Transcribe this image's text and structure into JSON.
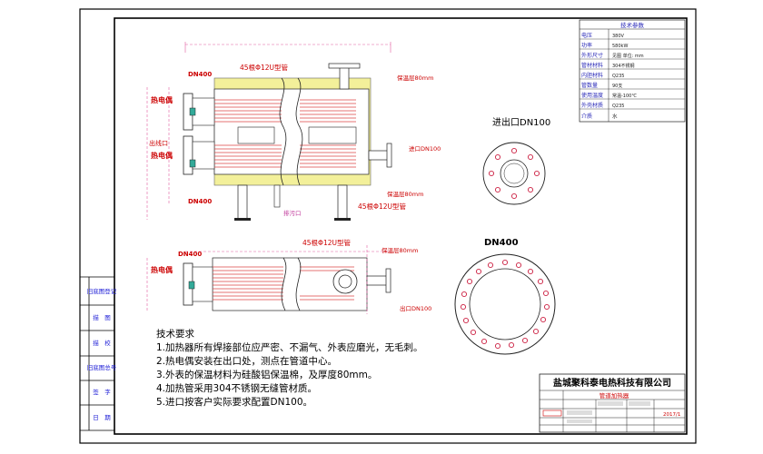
{
  "colors": {
    "frame": "#000000",
    "sheet_border": "#1b1bd6",
    "insulation": "#f3f09a",
    "dim_pink": "#e05aa0",
    "red_label": "#cc0000",
    "magenta": "#c0399b",
    "tube_red": "#d44",
    "table_blue": "#2a2ab8",
    "flange": "#cc2244"
  },
  "left_strip": {
    "items": [
      "旧底图登记",
      "描　图",
      "描　校",
      "旧底图总号",
      "签　字",
      "日　期"
    ]
  },
  "tech_params": {
    "title": "技术参数",
    "rows": [
      {
        "k": "电压",
        "v": "380V"
      },
      {
        "k": "功率",
        "v": "580kW"
      },
      {
        "k": "外形尺寸",
        "v": "见图 单位: mm"
      },
      {
        "k": "管材材料",
        "v": "304不锈钢"
      },
      {
        "k": "内胆材料",
        "v": "Q235"
      },
      {
        "k": "管数量",
        "v": "90支"
      },
      {
        "k": "使用温度",
        "v": "常温-100℃"
      },
      {
        "k": "外壳材质",
        "v": "Q235"
      },
      {
        "k": "介质",
        "v": "水"
      }
    ]
  },
  "labels": {
    "dn400_top": "DN400",
    "tube_spec_top": "45根Φ12U型管",
    "insulation_80_top": "保温层80mm",
    "thermocouple_1": "热电偶",
    "outlet": "出线口",
    "thermocouple_2": "热电偶",
    "inlet_dn100": "进口DN100",
    "dn400_mid": "DN400",
    "insulation_80_mid": "保温层80mm",
    "drain": "排污口",
    "tube_spec_mid": "45根Φ12U型管",
    "dn400_bottom": "DN400",
    "tube_spec_bottom": "45根Φ12U型管",
    "insulation_80_bottom": "保温层80mm",
    "thermocouple_3": "热电偶",
    "outlet_dn100": "出口DN100",
    "inlet_flange_title": "进出口DN100",
    "big_flange_title": "DN400"
  },
  "notes": {
    "title": "技术要求",
    "items": [
      "1.加热器所有焊接部位应严密、不漏气、外表应磨光，无毛刺。",
      "2.热电偶安装在出口处，测点在管道中心。",
      "3.外表的保温材料为硅酸铝保温棉，及厚度80mm。",
      "4.加热管采用304不锈钢无缝管材质。",
      "5.进口按客户实际要求配置DN100。"
    ]
  },
  "title_block": {
    "company": "盐城聚科泰电热科技有限公司",
    "drawing_name": "管道加热器",
    "date": "2017/1"
  }
}
